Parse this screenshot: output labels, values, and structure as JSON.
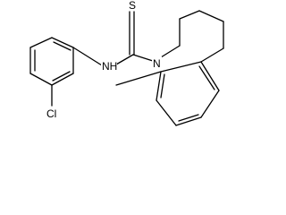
{
  "molecule": {
    "atoms": {
      "sulfur": "S",
      "amine": "NH",
      "ring_nitrogen": "N",
      "chlorine": "Cl"
    }
  },
  "colors": {
    "bond": "#000000",
    "text": "#000000",
    "background": "#ffffff"
  }
}
